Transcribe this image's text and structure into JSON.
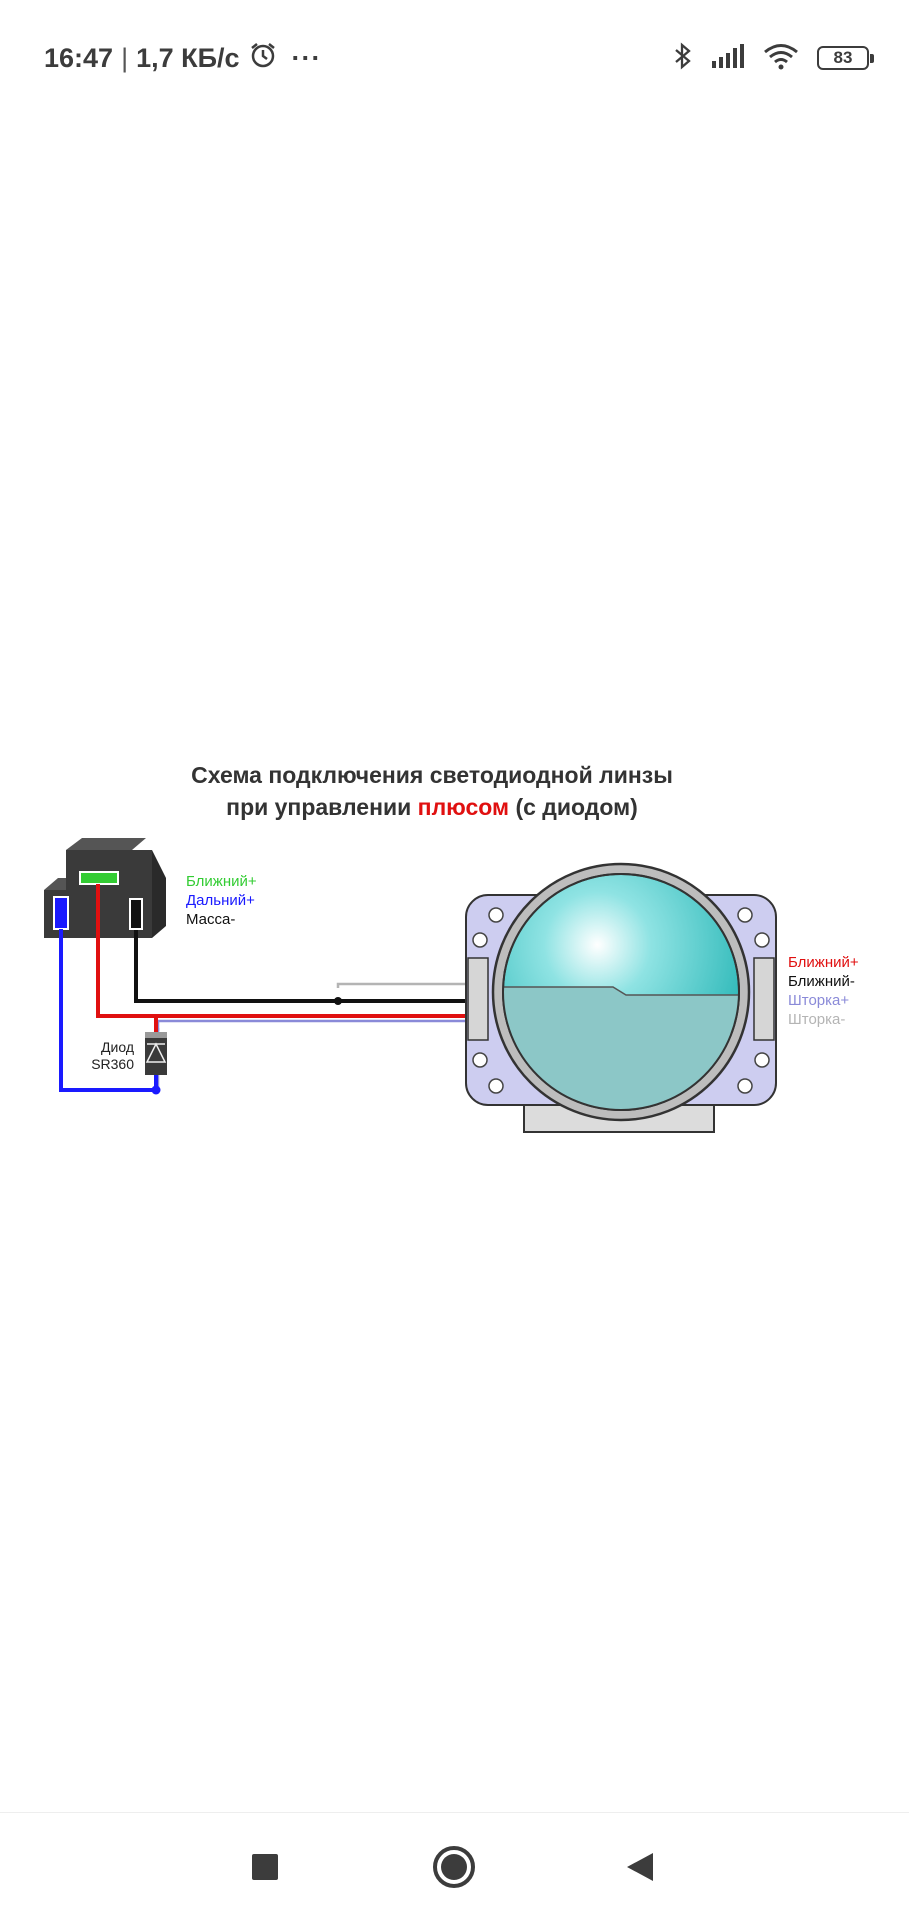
{
  "status_bar": {
    "time": "16:47",
    "separator": "|",
    "speed": "1,7 КБ/с",
    "more": "···",
    "battery_level": "83",
    "icons": [
      "alarm-icon",
      "bluetooth-icon",
      "signal-icon",
      "wifi-icon",
      "battery-icon"
    ]
  },
  "diagram": {
    "title_line1": "Схема подключения светодиодной линзы",
    "title_line2_prefix": "при управлении ",
    "title_line2_highlight": "плюсом",
    "title_line2_suffix": " (с диодом)",
    "connector_labels": {
      "low": "Ближний+",
      "high": "Дальний+",
      "ground": "Масса-"
    },
    "diode_label_1": "Диод",
    "diode_label_2": "SR360",
    "lens_labels": {
      "low_plus": "Ближний+",
      "low_minus": "Ближний-",
      "shutter_plus": "Шторка+",
      "shutter_minus": "Шторка-"
    },
    "colors": {
      "red": "#e01010",
      "green": "#33cc33",
      "blue": "#1a1aff",
      "violet": "#8a8ad8",
      "light_gray": "#b4b4b4",
      "black": "#111111"
    }
  },
  "nav_bar": {
    "icons": [
      "recents-square-icon",
      "home-circle-icon",
      "back-triangle-icon"
    ]
  }
}
